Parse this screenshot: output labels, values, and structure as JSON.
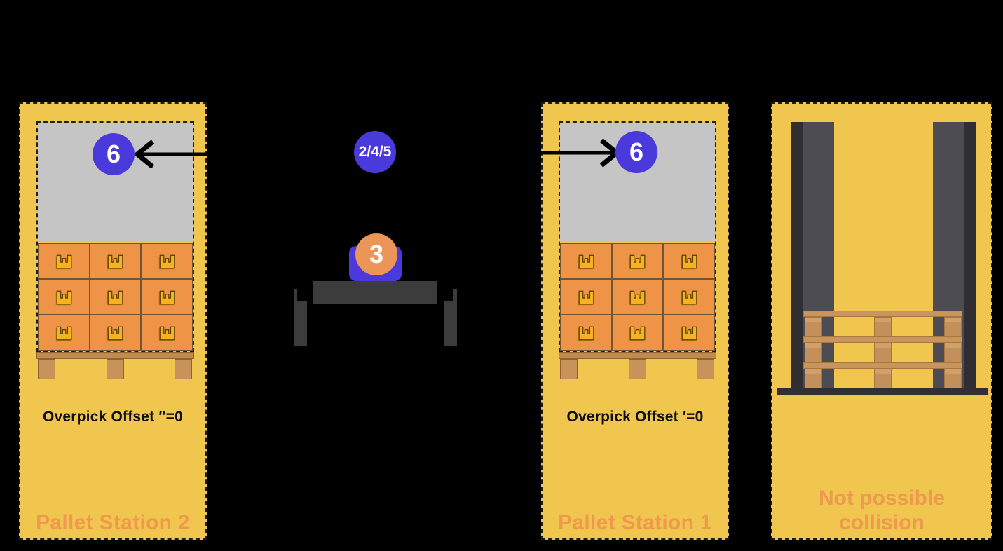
{
  "stations": {
    "left": {
      "name": "Pallet Station 2",
      "offset_label": "Overpick Offset ″=0",
      "pick_badge": "6",
      "box_grid": {
        "rows": 3,
        "cols": 3
      }
    },
    "right": {
      "name": "Pallet Station 1",
      "offset_label": "Overpick Offset ′=0",
      "pick_badge": "6",
      "box_grid": {
        "rows": 3,
        "cols": 3
      }
    },
    "collision": {
      "caption_lines": [
        "Not possible",
        "collision"
      ],
      "pallet_stack_count": 3
    }
  },
  "robot": {
    "sequence_badge": "2/4/5",
    "carry_badge": "3"
  },
  "colors": {
    "panel_yellow": "#F0C64F",
    "badge_blue": "#4B3ADB",
    "badge_orange": "#EB9557",
    "box_orange": "#EF9347",
    "gray_zone": "#C5C5C5",
    "accent_text_orange": "#F0994D",
    "robot_gray": "#3C3C3C",
    "pallet_tan": "#C8935B",
    "mast_gray": "#4C4C52"
  }
}
